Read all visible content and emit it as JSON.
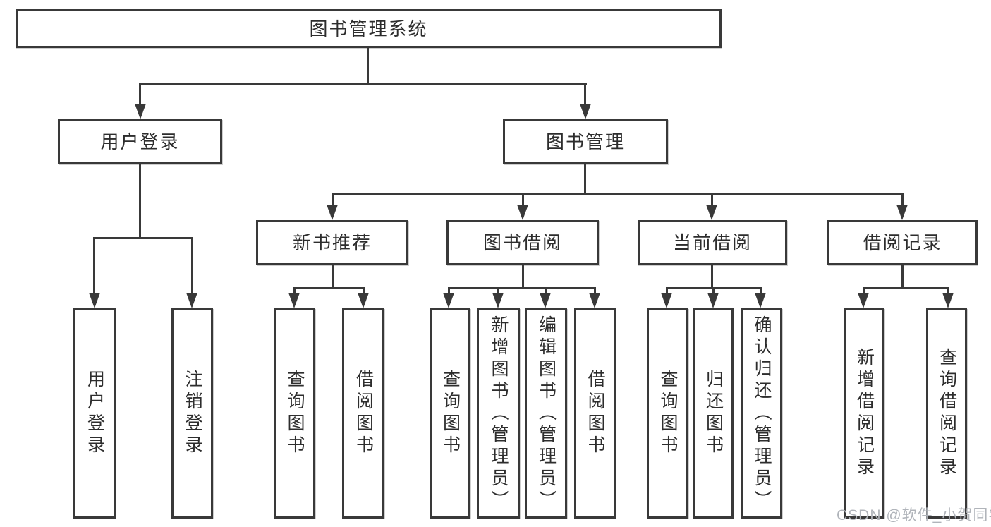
{
  "nodes": {
    "root": "图书管理系统",
    "user_login": "用户登录",
    "book_management": "图书管理",
    "new_book_recommend": "新书推荐",
    "book_borrowing": "图书借阅",
    "current_borrowing": "当前借阅",
    "borrowing_records": "借阅记录",
    "leaf_user_login": "用户登录",
    "leaf_logout": "注销登录",
    "leaf_query_book_1": "查询图书",
    "leaf_borrow_book_1": "借阅图书",
    "leaf_query_book_2": "查询图书",
    "leaf_add_book_admin": "新增图书（管理员）",
    "leaf_edit_book_admin": "编辑图书（管理员）",
    "leaf_borrow_book_2": "借阅图书",
    "leaf_query_book_3": "查询图书",
    "leaf_return_book": "归还图书",
    "leaf_confirm_return_admin": "确认归还（管理员）",
    "leaf_add_borrow_record": "新增借阅记录",
    "leaf_query_borrow_record": "查询借阅记录"
  },
  "hierarchy": {
    "图书管理系统": [
      "用户登录",
      "图书管理"
    ],
    "用户登录": [
      "用户登录",
      "注销登录"
    ],
    "图书管理": [
      "新书推荐",
      "图书借阅",
      "当前借阅",
      "借阅记录"
    ],
    "新书推荐": [
      "查询图书",
      "借阅图书"
    ],
    "图书借阅": [
      "查询图书",
      "新增图书（管理员）",
      "编辑图书（管理员）",
      "借阅图书"
    ],
    "当前借阅": [
      "查询图书",
      "归还图书",
      "确认归还（管理员）"
    ],
    "借阅记录": [
      "新增借阅记录",
      "查询借阅记录"
    ]
  },
  "watermark": {
    "text": "CSDN @软件_小贺同学"
  },
  "colors": {
    "line": "#393939",
    "box_border": "#393939",
    "text": "#2d2d2d",
    "watermark": "#b0b4ba",
    "background": "#ffffff"
  }
}
